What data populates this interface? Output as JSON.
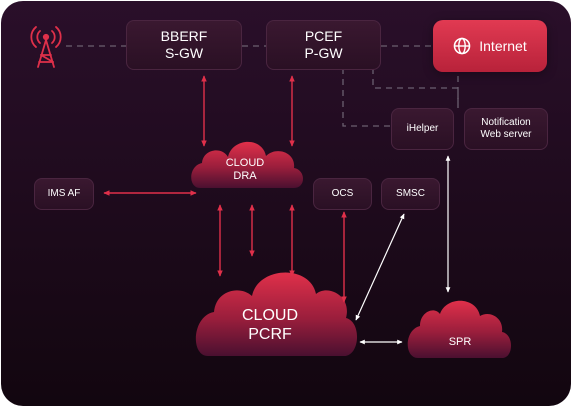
{
  "nodes": {
    "bberf": {
      "line1": "BBERF",
      "line2": "S-GW"
    },
    "pcef": {
      "line1": "PCEF",
      "line2": "P-GW"
    },
    "internet": {
      "label": "Internet",
      "icon": "globe-icon"
    },
    "ihelper": {
      "label": "iHelper"
    },
    "notification": {
      "line1": "Notification",
      "line2": "Web server"
    },
    "ims_af": {
      "label": "IMS AF"
    },
    "ocs": {
      "label": "OCS"
    },
    "smsc": {
      "label": "SMSC"
    },
    "cloud_dra": {
      "line1": "CLOUD",
      "line2": "DRA"
    },
    "cloud_pcrf": {
      "line1": "CLOUD",
      "line2": "PCRF"
    },
    "spr": {
      "label": "SPR"
    },
    "antenna": {
      "icon": "antenna-tower-icon"
    }
  },
  "colors": {
    "background_top": "#2a0f2a",
    "background_bottom": "#12060f",
    "accent": "#e0304a",
    "arrow_red": "#e0304a",
    "arrow_white": "#ffffff",
    "dashed_line": "#6b6070"
  }
}
